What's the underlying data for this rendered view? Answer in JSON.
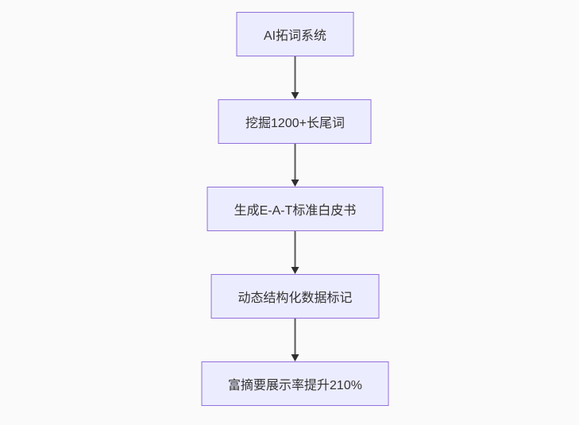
{
  "diagram": {
    "type": "flowchart",
    "direction": "top-down",
    "nodes": [
      {
        "id": "step1",
        "label": "AI拓词系统"
      },
      {
        "id": "step2",
        "label": "挖掘1200+长尾词"
      },
      {
        "id": "step3",
        "label": "生成E-A-T标准白皮书"
      },
      {
        "id": "step4",
        "label": "动态结构化数据标记"
      },
      {
        "id": "step5",
        "label": "富摘要展示率提升210%"
      }
    ],
    "edges": [
      {
        "from": "step1",
        "to": "step2"
      },
      {
        "from": "step2",
        "to": "step3"
      },
      {
        "from": "step3",
        "to": "step4"
      },
      {
        "from": "step4",
        "to": "step5"
      }
    ],
    "colors": {
      "background": "#FAFAFA",
      "node_fill": "#ECECFF",
      "node_border": "#9370DB",
      "text": "#333333",
      "arrow_line": "#5a5a5a",
      "arrow_head": "#2f2f2f"
    }
  }
}
